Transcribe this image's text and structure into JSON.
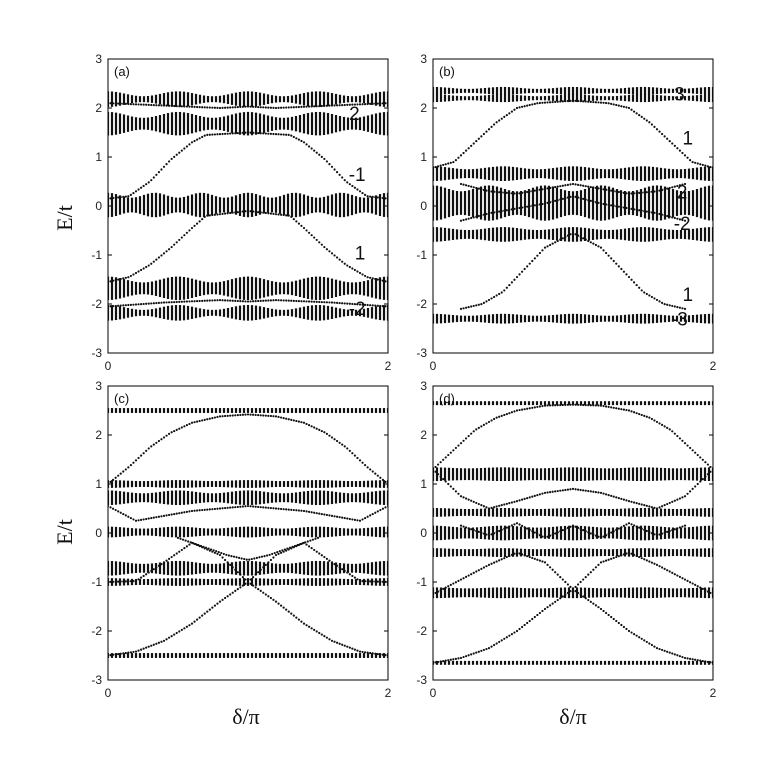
{
  "figure": {
    "y_axis_title": "E/t",
    "x_axis_title": "δ/π"
  },
  "chart_data": [
    {
      "type": "scatter",
      "panel_label": "(a)",
      "xlim": [
        0,
        2
      ],
      "ylim": [
        -3,
        3
      ],
      "x_ticks": [
        "0",
        "2"
      ],
      "y_ticks": [
        "-3",
        "-2",
        "-1",
        "0",
        "1",
        "2",
        "3"
      ],
      "bands": [
        {
          "center": 2.18,
          "half_width": 0.11,
          "modulation": 0.05,
          "periods": 4
        },
        {
          "center": 1.68,
          "half_width": 0.18,
          "modulation": 0.06,
          "periods": 4
        },
        {
          "center": 0.02,
          "half_width": 0.2,
          "modulation": 0.05,
          "periods": 6
        },
        {
          "center": -1.68,
          "half_width": 0.18,
          "modulation": 0.06,
          "periods": 4
        },
        {
          "center": -2.18,
          "half_width": 0.11,
          "modulation": 0.05,
          "periods": 4
        }
      ],
      "edge_curves": [
        {
          "x": [
            0.0,
            0.15,
            0.3,
            0.45,
            0.6,
            0.7,
            1.0,
            1.3,
            1.4,
            1.55,
            1.7,
            1.85,
            2.0
          ],
          "y": [
            0.15,
            0.2,
            0.5,
            0.95,
            1.3,
            1.45,
            1.5,
            1.45,
            1.3,
            0.95,
            0.5,
            0.2,
            0.15
          ]
        },
        {
          "x": [
            0.0,
            0.15,
            0.3,
            0.45,
            0.6,
            0.7,
            1.0,
            1.3,
            1.4,
            1.55,
            1.7,
            1.85,
            2.0
          ],
          "y": [
            -1.55,
            -1.45,
            -1.2,
            -0.85,
            -0.45,
            -0.2,
            -0.1,
            -0.2,
            -0.45,
            -0.85,
            -1.2,
            -1.45,
            -1.55
          ]
        },
        {
          "x": [
            0.0,
            0.4,
            0.8,
            1.0,
            1.2,
            1.6,
            2.0
          ],
          "y": [
            2.1,
            2.05,
            2.0,
            2.03,
            2.0,
            2.05,
            2.1
          ]
        },
        {
          "x": [
            0.0,
            0.4,
            0.8,
            1.0,
            1.2,
            1.6,
            2.0
          ],
          "y": [
            -2.05,
            -1.97,
            -1.92,
            -1.95,
            -1.92,
            -1.97,
            -2.05
          ]
        }
      ],
      "annotations": [
        {
          "text": "2",
          "x": 1.76,
          "y": 1.9
        },
        {
          "text": "-1",
          "x": 1.78,
          "y": 0.65
        },
        {
          "text": "1",
          "x": 1.8,
          "y": -0.95
        },
        {
          "text": "-2",
          "x": 1.78,
          "y": -2.08
        }
      ]
    },
    {
      "type": "scatter",
      "panel_label": "(b)",
      "xlim": [
        0,
        2
      ],
      "ylim": [
        -3,
        3
      ],
      "x_ticks": [
        "0",
        "2"
      ],
      "y_ticks": [
        "-3",
        "-2",
        "-1",
        "0",
        "1",
        "2",
        "3"
      ],
      "bands": [
        {
          "center": 2.35,
          "half_width": 0.06,
          "modulation": 0.02,
          "periods": 4
        },
        {
          "center": 2.2,
          "half_width": 0.06,
          "modulation": 0.02,
          "periods": 4
        },
        {
          "center": 0.66,
          "half_width": 0.12,
          "modulation": 0.03,
          "periods": 4
        },
        {
          "center": 0.06,
          "half_width": 0.3,
          "modulation": 0.06,
          "periods": 5
        },
        {
          "center": -0.58,
          "half_width": 0.12,
          "modulation": 0.03,
          "periods": 4
        },
        {
          "center": -2.3,
          "half_width": 0.08,
          "modulation": 0.02,
          "periods": 4
        }
      ],
      "edge_curves": [
        {
          "x": [
            0.0,
            0.15,
            0.3,
            0.45,
            0.6,
            0.75,
            1.0,
            1.25,
            1.4,
            1.55,
            1.7,
            1.85,
            2.0
          ],
          "y": [
            0.78,
            0.9,
            1.3,
            1.7,
            2.0,
            2.1,
            2.15,
            2.1,
            2.0,
            1.7,
            1.3,
            0.9,
            0.78
          ]
        },
        {
          "x": [
            0.2,
            0.35,
            0.5,
            0.65,
            0.8,
            1.0,
            1.2,
            1.35,
            1.5,
            1.65,
            1.8
          ],
          "y": [
            -2.1,
            -2.0,
            -1.75,
            -1.3,
            -0.85,
            -0.55,
            -0.85,
            -1.3,
            -1.75,
            -2.0,
            -2.1
          ]
        },
        {
          "x": [
            0.2,
            0.4,
            0.6,
            0.8,
            1.0,
            1.2,
            1.4,
            1.6,
            1.8
          ],
          "y": [
            0.45,
            0.3,
            0.25,
            0.35,
            0.45,
            0.35,
            0.25,
            0.3,
            0.45
          ]
        },
        {
          "x": [
            0.2,
            0.4,
            0.6,
            0.8,
            1.0,
            1.2,
            1.4,
            1.6,
            1.8
          ],
          "y": [
            -0.3,
            -0.15,
            -0.05,
            0.05,
            0.2,
            0.05,
            -0.05,
            -0.15,
            -0.3
          ]
        }
      ],
      "annotations": [
        {
          "text": "3",
          "x": 1.76,
          "y": 2.3
        },
        {
          "text": "1",
          "x": 1.82,
          "y": 1.4
        },
        {
          "text": "2",
          "x": 1.78,
          "y": 0.3
        },
        {
          "text": "-2",
          "x": 1.78,
          "y": -0.35
        },
        {
          "text": "1",
          "x": 1.82,
          "y": -1.8
        },
        {
          "text": "-3",
          "x": 1.76,
          "y": -2.3
        }
      ]
    },
    {
      "type": "scatter",
      "panel_label": "(c)",
      "xlim": [
        0,
        2
      ],
      "ylim": [
        -3,
        3
      ],
      "x_ticks": [
        "0",
        "2"
      ],
      "y_ticks": [
        "-3",
        "-2",
        "-1",
        "0",
        "1",
        "2",
        "3"
      ],
      "bands": [
        {
          "center": 2.5,
          "half_width": 0.05,
          "modulation": 0.0,
          "periods": 4
        },
        {
          "center": 1.0,
          "half_width": 0.07,
          "modulation": 0.01,
          "periods": 4
        },
        {
          "center": 0.72,
          "half_width": 0.12,
          "modulation": 0.03,
          "periods": 4
        },
        {
          "center": 0.02,
          "half_width": 0.09,
          "modulation": 0.02,
          "periods": 4
        },
        {
          "center": -0.72,
          "half_width": 0.12,
          "modulation": 0.03,
          "periods": 4
        },
        {
          "center": -1.0,
          "half_width": 0.07,
          "modulation": 0.01,
          "periods": 4
        },
        {
          "center": -2.5,
          "half_width": 0.05,
          "modulation": 0.0,
          "periods": 4
        }
      ],
      "edge_curves": [
        {
          "x": [
            0.0,
            0.15,
            0.3,
            0.45,
            0.6,
            0.8,
            1.0,
            1.2,
            1.4,
            1.55,
            1.7,
            1.85,
            2.0
          ],
          "y": [
            1.0,
            1.35,
            1.75,
            2.05,
            2.25,
            2.38,
            2.42,
            2.38,
            2.25,
            2.05,
            1.75,
            1.35,
            1.0
          ]
        },
        {
          "x": [
            0.0,
            0.2,
            0.4,
            0.6,
            0.8,
            1.0,
            1.2,
            1.4,
            1.6,
            1.8,
            2.0
          ],
          "y": [
            -2.5,
            -2.42,
            -2.2,
            -1.85,
            -1.4,
            -1.0,
            -1.4,
            -1.85,
            -2.2,
            -2.42,
            -2.5
          ]
        },
        {
          "x": [
            0.0,
            0.2,
            0.4,
            0.6,
            0.8,
            1.0,
            1.2,
            1.4,
            1.6,
            1.8,
            2.0
          ],
          "y": [
            -1.0,
            -0.98,
            -0.6,
            -0.2,
            -0.45,
            -1.0,
            -0.45,
            -0.2,
            -0.6,
            -0.98,
            -1.0
          ]
        },
        {
          "x": [
            0.0,
            0.2,
            0.4,
            0.6,
            0.8,
            1.0,
            1.2,
            1.4,
            1.6,
            1.8,
            2.0
          ],
          "y": [
            0.55,
            0.25,
            0.35,
            0.45,
            0.5,
            0.55,
            0.5,
            0.45,
            0.35,
            0.25,
            0.55
          ]
        },
        {
          "x": [
            0.5,
            0.7,
            0.85,
            1.0,
            1.15,
            1.3,
            1.5
          ],
          "y": [
            -0.1,
            -0.3,
            -0.45,
            -0.55,
            -0.45,
            -0.3,
            -0.1
          ]
        }
      ],
      "annotations": []
    },
    {
      "type": "scatter",
      "panel_label": "(d)",
      "xlim": [
        0,
        2
      ],
      "ylim": [
        -3,
        3
      ],
      "x_ticks": [
        "0",
        "2"
      ],
      "y_ticks": [
        "-3",
        "-2",
        "-1",
        "0",
        "1",
        "2",
        "3"
      ],
      "bands": [
        {
          "center": 2.65,
          "half_width": 0.04,
          "modulation": 0.0,
          "periods": 4
        },
        {
          "center": 1.2,
          "half_width": 0.13,
          "modulation": 0.01,
          "periods": 4
        },
        {
          "center": 0.42,
          "half_width": 0.08,
          "modulation": 0.01,
          "periods": 4
        },
        {
          "center": 0.0,
          "half_width": 0.13,
          "modulation": 0.02,
          "periods": 4
        },
        {
          "center": -0.4,
          "half_width": 0.08,
          "modulation": 0.01,
          "periods": 4
        },
        {
          "center": -1.22,
          "half_width": 0.1,
          "modulation": 0.01,
          "periods": 4
        },
        {
          "center": -2.65,
          "half_width": 0.04,
          "modulation": 0.0,
          "periods": 4
        }
      ],
      "edge_curves": [
        {
          "x": [
            0.0,
            0.15,
            0.3,
            0.45,
            0.6,
            0.8,
            1.0,
            1.2,
            1.4,
            1.55,
            1.7,
            1.85,
            2.0
          ],
          "y": [
            1.3,
            1.7,
            2.1,
            2.35,
            2.5,
            2.6,
            2.62,
            2.6,
            2.5,
            2.35,
            2.1,
            1.7,
            1.3
          ]
        },
        {
          "x": [
            0.0,
            0.2,
            0.4,
            0.6,
            0.8,
            1.0,
            1.2,
            1.4,
            1.6,
            1.8,
            2.0
          ],
          "y": [
            -2.65,
            -2.55,
            -2.35,
            -2.0,
            -1.55,
            -1.15,
            -1.55,
            -2.0,
            -2.35,
            -2.55,
            -2.65
          ]
        },
        {
          "x": [
            0.0,
            0.2,
            0.4,
            0.6,
            0.8,
            1.0,
            1.2,
            1.4,
            1.6,
            1.8,
            2.0
          ],
          "y": [
            -1.25,
            -0.95,
            -0.65,
            -0.4,
            -0.6,
            -1.15,
            -0.6,
            -0.4,
            -0.65,
            -0.95,
            -1.25
          ]
        },
        {
          "x": [
            0.0,
            0.2,
            0.4,
            0.6,
            0.8,
            1.0,
            1.2,
            1.4,
            1.6,
            1.8,
            2.0
          ],
          "y": [
            1.3,
            0.75,
            0.5,
            0.65,
            0.82,
            0.9,
            0.82,
            0.65,
            0.5,
            0.75,
            1.3
          ]
        },
        {
          "x": [
            0.2,
            0.4,
            0.6,
            0.8,
            1.0,
            1.2,
            1.4,
            1.6,
            1.8
          ],
          "y": [
            0.15,
            -0.05,
            0.2,
            -0.1,
            0.15,
            -0.1,
            0.2,
            -0.05,
            0.15
          ]
        }
      ],
      "annotations": []
    }
  ]
}
